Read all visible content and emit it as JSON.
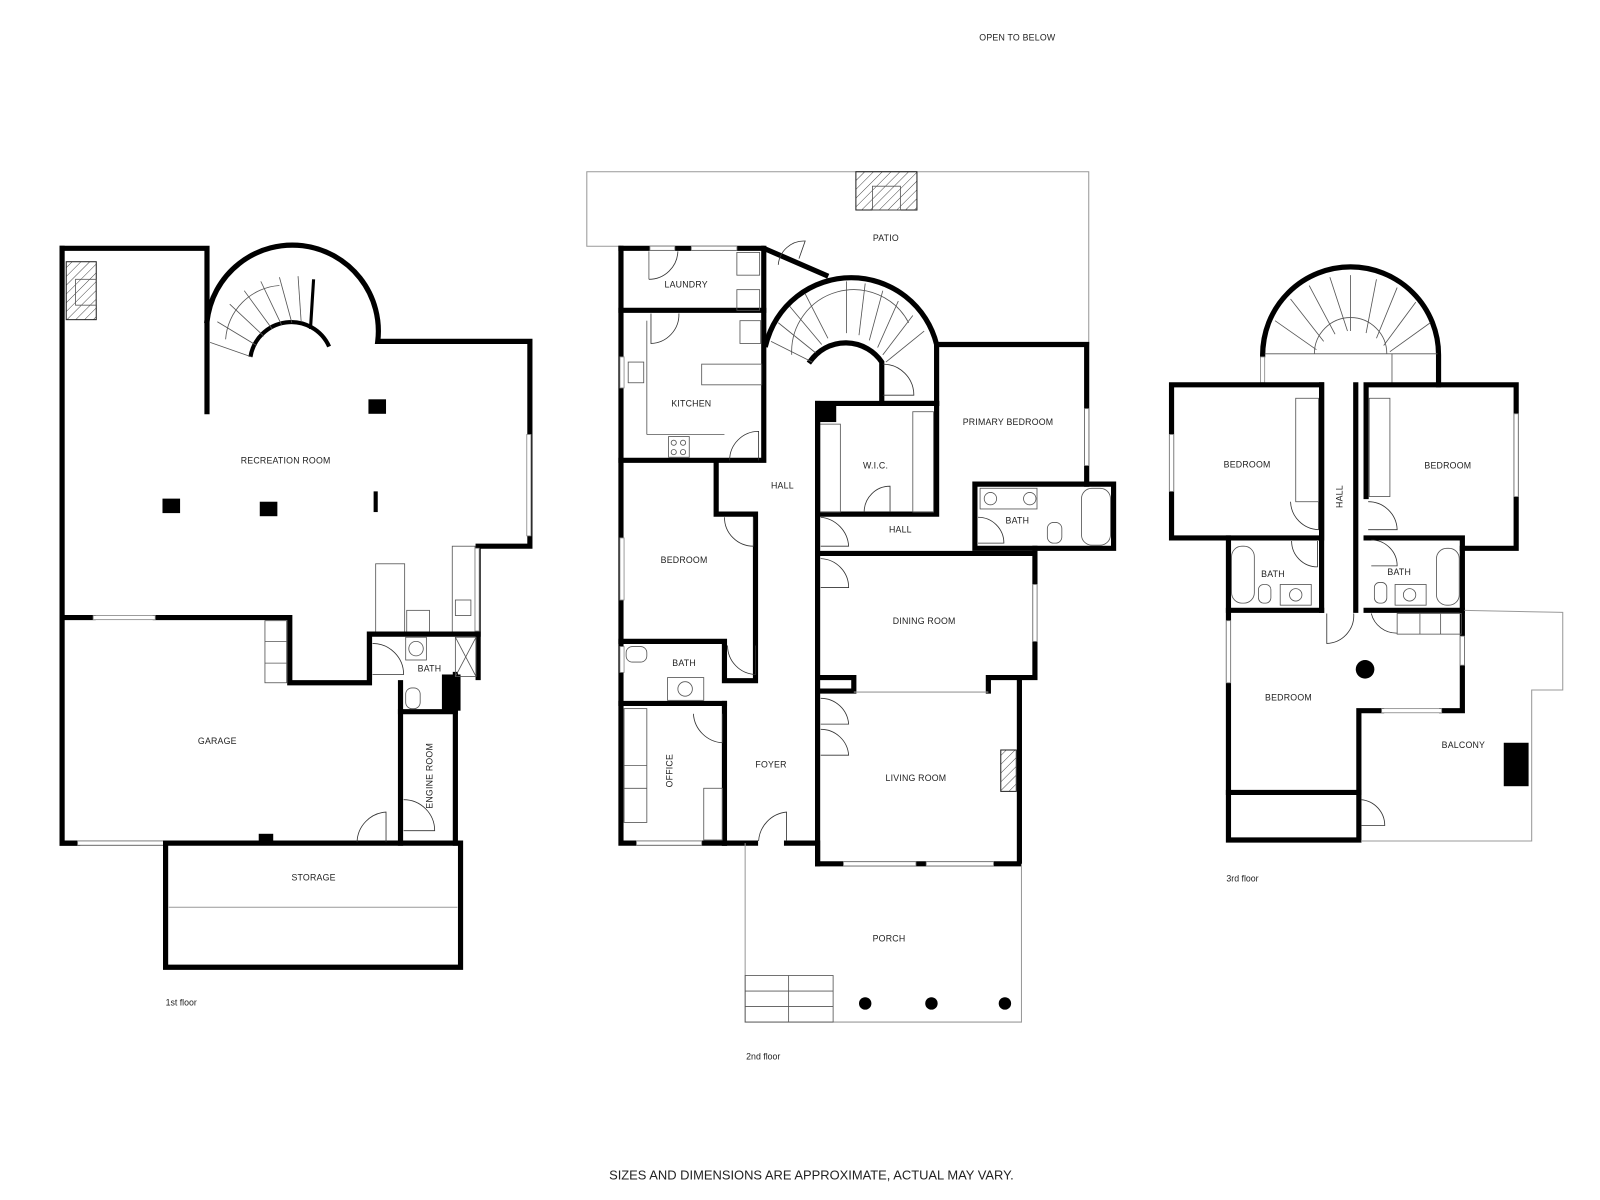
{
  "top_note": "OPEN TO BELOW",
  "disclaimer": "SIZES AND DIMENSIONS ARE APPROXIMATE, ACTUAL MAY VARY.",
  "floors": [
    {
      "label": "1st floor",
      "rooms": {
        "recreation_room": "RECREATION ROOM",
        "garage": "GARAGE",
        "storage": "STORAGE",
        "engine_room": "ENGINE ROOM",
        "bath": "BATH"
      }
    },
    {
      "label": "2nd floor",
      "rooms": {
        "patio": "PATIO",
        "laundry": "LAUNDRY",
        "kitchen": "KITCHEN",
        "hall_main": "HALL",
        "wic": "W.I.C.",
        "primary_bedroom": "PRIMARY BEDROOM",
        "hall_secondary": "HALL",
        "bath_primary": "BATH",
        "bedroom": "BEDROOM",
        "dining_room": "DINING ROOM",
        "bath": "BATH",
        "office": "OFFICE",
        "foyer": "FOYER",
        "living_room": "LIVING ROOM",
        "porch": "PORCH"
      }
    },
    {
      "label": "3rd floor",
      "rooms": {
        "bedroom_left": "BEDROOM",
        "hall": "HALL",
        "bedroom_right": "BEDROOM",
        "bath_left": "BATH",
        "bath_right": "BATH",
        "bedroom_bottom": "BEDROOM",
        "balcony": "BALCONY"
      }
    }
  ]
}
